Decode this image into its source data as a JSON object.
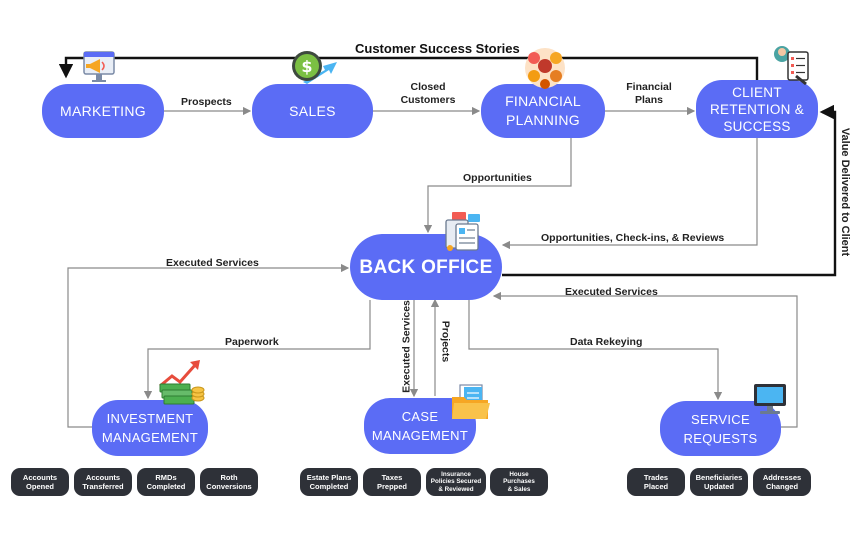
{
  "title": "Customer Success Stories",
  "side_label": "Value Delivered to Client",
  "nodes": {
    "marketing": "MARKETING",
    "sales": "SALES",
    "financial_planning": "FINANCIAL\nPLANNING",
    "client_retention": "CLIENT\nRETENTION &\nSUCCESS",
    "back_office": "BACK OFFICE",
    "investment": "INVESTMENT\nMANAGEMENT",
    "case": "CASE\nMANAGEMENT",
    "service": "SERVICE\nREQUESTS"
  },
  "edges": {
    "prospects": "Prospects",
    "closed_customers": "Closed\nCustomers",
    "financial_plans": "Financial\nPlans",
    "opportunities": "Opportunities",
    "opps_checkins": "Opportunities, Check-ins, & Reviews",
    "executed_left": "Executed Services",
    "executed_right": "Executed Services",
    "paperwork": "Paperwork",
    "data_rekeying": "Data Rekeying",
    "executed_vertical": "Executed Services",
    "projects": "Projects"
  },
  "outputs": {
    "investment": [
      "Accounts\nOpened",
      "Accounts\nTransferred",
      "RMDs\nCompleted",
      "Roth\nConversions"
    ],
    "case": [
      "Estate Plans\nCompleted",
      "Taxes\nPrepped",
      "Insurance\nPolicies Secured\n& Reviewed",
      "House Purchases\n& Sales"
    ],
    "service": [
      "Trades\nPlaced",
      "Beneficiaries\nUpdated",
      "Addresses\nChanged"
    ]
  },
  "colors": {
    "node": "#5b6cf5",
    "pill": "#2e3138",
    "line": "#8a8a8a",
    "bold_line": "#111111"
  },
  "icons": [
    "megaphone-icon",
    "dollar-coin-icon",
    "team-icon",
    "checklist-icon",
    "documents-icon",
    "money-chart-icon",
    "folder-icon",
    "monitor-icon"
  ]
}
